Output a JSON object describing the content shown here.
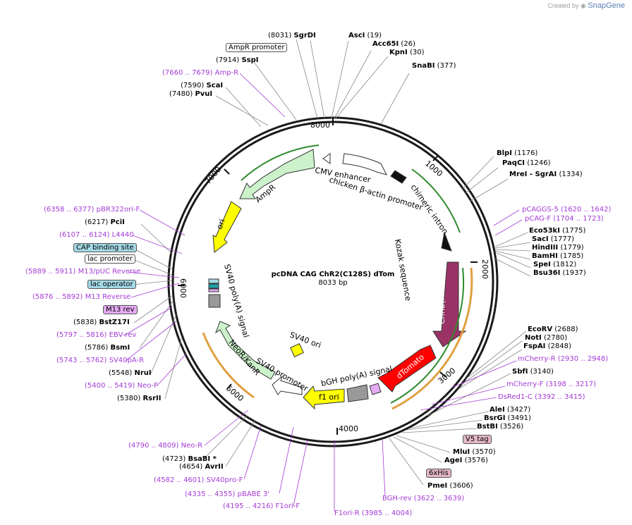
{
  "credit": {
    "prefix": "Created by",
    "brand": "SnapGene"
  },
  "plasmid": {
    "name": "pcDNA CAG ChR2(C128S) dTom",
    "length": "8033 bp"
  },
  "ticks": [
    "8000",
    "1000",
    "2000",
    "3000",
    "4000",
    "5000",
    "6000",
    "7000"
  ],
  "features": [
    "CMV enhancer",
    "chicken β-actin promoter",
    "chimeric intron",
    "Kozak sequence",
    "ChR2(H134R)",
    "dTomato",
    "bGH poly(A) signal",
    "f1 ori",
    "SV40 promoter",
    "NeoR/KanR",
    "SV40 ori",
    "SV40 poly(A) signal",
    "ori",
    "AmpR"
  ],
  "sites_left": [
    {
      "pos": "(8031)",
      "name": "SgrDI"
    },
    {
      "pos": "(7914)",
      "name": "SspI"
    },
    {
      "pos": "(7590)",
      "name": "ScaI"
    },
    {
      "pos": "(7480)",
      "name": "PvuI"
    },
    {
      "pos": "(6217)",
      "name": "PciI"
    },
    {
      "pos": "(5838)",
      "name": "BstZ17I"
    },
    {
      "pos": "(5786)",
      "name": "BsmI"
    },
    {
      "pos": "(5548)",
      "name": "NruI"
    },
    {
      "pos": "(5380)",
      "name": "RsrII"
    },
    {
      "pos": "(4723)",
      "name": "BsaBI *"
    },
    {
      "pos": "(4654)",
      "name": "AvrII"
    }
  ],
  "sites_right": [
    {
      "name": "AscI",
      "pos": "(19)"
    },
    {
      "name": "Acc65I",
      "pos": "(26)"
    },
    {
      "name": "KpnI",
      "pos": "(30)"
    },
    {
      "name": "SnaBI",
      "pos": "(377)"
    },
    {
      "name": "BlpI",
      "pos": "(1176)"
    },
    {
      "name": "PaqCI",
      "pos": "(1246)"
    },
    {
      "name": "MreI  - SgrAI",
      "pos": "(1334)"
    },
    {
      "name": "Eco53kI",
      "pos": "(1775)"
    },
    {
      "name": "SacI",
      "pos": "(1777)"
    },
    {
      "name": "HindIII",
      "pos": "(1779)"
    },
    {
      "name": "BamHI",
      "pos": "(1785)"
    },
    {
      "name": "SpeI",
      "pos": "(1812)"
    },
    {
      "name": "Bsu36I",
      "pos": "(1937)"
    },
    {
      "name": "EcoRV",
      "pos": "(2688)"
    },
    {
      "name": "NotI",
      "pos": "(2780)"
    },
    {
      "name": "FspAI",
      "pos": "(2848)"
    },
    {
      "name": "SbfI",
      "pos": "(3140)"
    },
    {
      "name": "AleI",
      "pos": "(3427)"
    },
    {
      "name": "BsrGI",
      "pos": "(3491)"
    },
    {
      "name": "BstBI",
      "pos": "(3526)"
    },
    {
      "name": "MluI",
      "pos": "(3570)"
    },
    {
      "name": "AgeI",
      "pos": "(3576)"
    },
    {
      "name": "PmeI",
      "pos": "(3606)"
    }
  ],
  "primers": [
    {
      "range": "(7660 .. 7679)",
      "name": "Amp-R"
    },
    {
      "range": "(6358 .. 6377)",
      "name": "pBR322ori-F"
    },
    {
      "range": "(6107 .. 6124)",
      "name": "L4440"
    },
    {
      "range": "(5889 .. 5911)",
      "name": "M13/pUC Reverse"
    },
    {
      "range": "(5876 .. 5892)",
      "name": "M13 Reverse"
    },
    {
      "range": "(5797 .. 5816)",
      "name": "EBV-rev"
    },
    {
      "range": "(5743 .. 5762)",
      "name": "SV40pA-R"
    },
    {
      "range": "(5400 .. 5419)",
      "name": "Neo-F"
    },
    {
      "range": "(4790 .. 4809)",
      "name": "Neo-R"
    },
    {
      "range": "(4582 .. 4601)",
      "name": "SV40pro-F"
    },
    {
      "range": "(4335 .. 4355)",
      "name": "pBABE 3'"
    },
    {
      "range": "(4195 .. 4216)",
      "name": "F1ori-F"
    },
    {
      "range": "(3985 .. 4004)",
      "name": "F1ori-R"
    },
    {
      "range": "(1620 .. 1642)",
      "name": "pCAGGS-5"
    },
    {
      "range": "(1704 .. 1723)",
      "name": "pCAG-F"
    },
    {
      "range": "(2930 .. 2948)",
      "name": "mCherry-R"
    },
    {
      "range": "(3198 .. 3217)",
      "name": "mCherry-F"
    },
    {
      "range": "(3392 .. 3415)",
      "name": "DsRed1-C"
    },
    {
      "range": "(3622 .. 3639)",
      "name": "BGH-rev"
    }
  ],
  "boxed_labels": [
    "AmpR promoter",
    "CAP binding site",
    "lac promoter",
    "lac operator",
    "M13 rev",
    "V5 tag",
    "6xHis"
  ],
  "colors": {
    "backbone": "#1a1a1a",
    "primer": "#a43bd6",
    "AmpR": "#ccf2cc",
    "ori": "#ffff00",
    "ChR2": "#993366",
    "dTomato": "#ff0000",
    "NeoR": "#ccf2cc",
    "f1ori": "#ffff00",
    "SV40ori": "#ffff00",
    "polyA": "#999999",
    "promoter": "#ffffff",
    "CAP": "#a3d9e5",
    "M13rev": "#e6aaf2",
    "V5": "#e5b8c8"
  }
}
